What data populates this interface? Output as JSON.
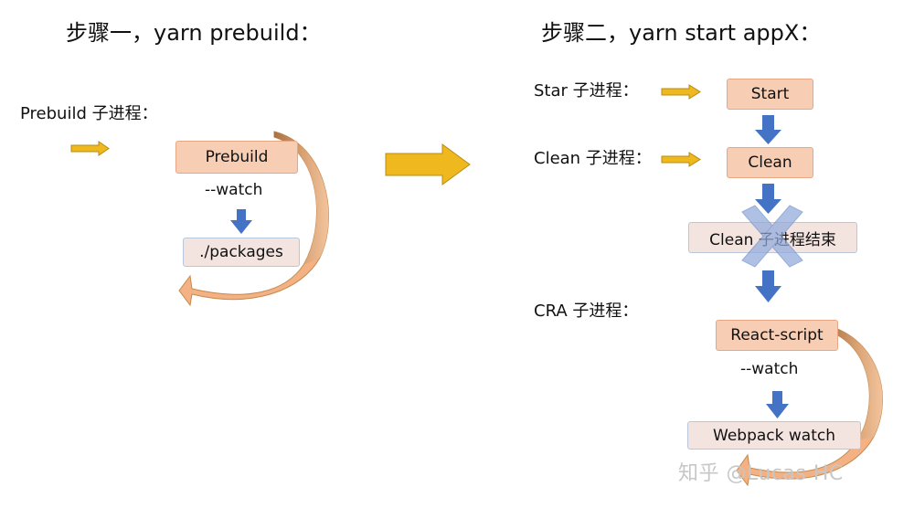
{
  "step1": {
    "title": "步骤一，yarn prebuild：",
    "process_label": "Prebuild  子进程：",
    "box_prebuild": "Prebuild",
    "watch_label": "--watch",
    "box_packages": "./packages"
  },
  "step2": {
    "title": "步骤二，yarn start appX：",
    "star_label": "Star 子进程：",
    "clean_label": "Clean 子进程：",
    "cra_label": "CRA 子进程：",
    "box_start": "Start",
    "box_clean": "Clean",
    "box_clean_end": "Clean 子进程结束",
    "box_react_script": "React-script",
    "watch_label": "--watch",
    "box_webpack_watch": "Webpack watch"
  },
  "watermark": "知乎 @Lucas HC",
  "colors": {
    "orange_box_fill": "#f7cdb3",
    "orange_box_border": "#e8a784",
    "light_box_fill": "#f4e4e0",
    "light_box_border": "#b9c7dc",
    "gold_arrow": "#f0b81f",
    "blue_arrow": "#4472c4",
    "cross_fill": "#8faadc",
    "curve_light": "#f4b183",
    "curve_dark": "#c5894e"
  }
}
